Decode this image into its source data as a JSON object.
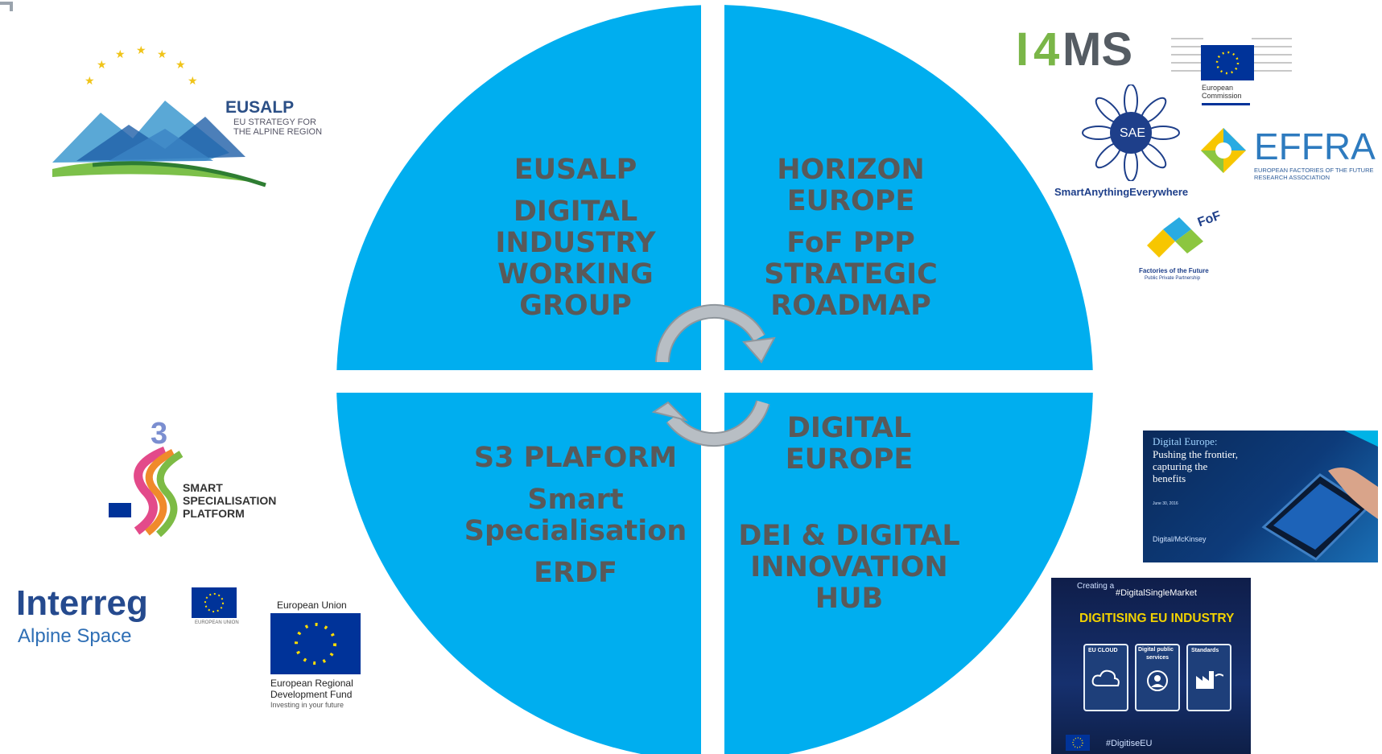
{
  "colors": {
    "quadrant": "#00AEEF",
    "quadrant_text": "#595959",
    "arrow": "#B8BEC4",
    "eu_blue": "#003399",
    "eu_star": "#FFDD00"
  },
  "quadrants": {
    "top_left": {
      "line1": "EUSALP",
      "line2": "DIGITAL",
      "line3": "INDUSTRY",
      "line4": "WORKING",
      "line5": "GROUP"
    },
    "top_right": {
      "line1": "HORIZON",
      "line2": "EUROPE",
      "line3": "FoF PPP",
      "line4": "STRATEGIC",
      "line5": "ROADMAP"
    },
    "bottom_left": {
      "line1": "S3 PLAFORM",
      "line2": "Smart",
      "line3": "Specialisation",
      "line4": "ERDF"
    },
    "bottom_right": {
      "line1": "DIGITAL",
      "line2": "EUROPE",
      "line3": "DEI & DIGITAL",
      "line4": "INNOVATION",
      "line5": "HUB"
    }
  },
  "logos": {
    "eusalp": {
      "title": "EUSALP",
      "line1": "EU STRATEGY FOR",
      "line2": "THE ALPINE REGION"
    },
    "s3": {
      "mark": "3",
      "line1": "SMART",
      "line2": "SPECIALISATION",
      "line3": "PLATFORM"
    },
    "interreg": {
      "title": "Interreg",
      "subtitle": "Alpine Space",
      "eu_caption": "EUROPEAN UNION"
    },
    "erdf": {
      "header": "European Union",
      "line1": "European Regional",
      "line2": "Development Fund",
      "line3": "Investing in your future"
    },
    "i4ms": {
      "text_a": "I",
      "text_b": "4",
      "text_c": "MS"
    },
    "ec": {
      "line1": "European",
      "line2": "Commission"
    },
    "sae": {
      "center": "SAE",
      "caption": "SmartAnythingEverywhere"
    },
    "effra": {
      "title": "EFFRA",
      "line1": "EUROPEAN FACTORIES OF THE FUTURE",
      "line2": "RESEARCH ASSOCIATION"
    },
    "fof": {
      "mark": "FoF",
      "line1": "Factories of the Future",
      "line2": "Public Private Partnership"
    },
    "digital_europe_report": {
      "line1": "Digital Europe:",
      "line2": "Pushing the frontier,",
      "line3": "capturing the",
      "line4": "benefits",
      "date": "June 30, 2016",
      "brand": "Digital/McKinsey"
    },
    "digitising": {
      "top_a": "Creating a",
      "top_b": "#DigitalSingleMarket",
      "title": "DIGITISING EU INDUSTRY",
      "panel1": "EU CLOUD",
      "panel2a": "Digital public",
      "panel2b": "services",
      "panel3": "Standards",
      "hashtag": "#DigitiseEU"
    }
  }
}
